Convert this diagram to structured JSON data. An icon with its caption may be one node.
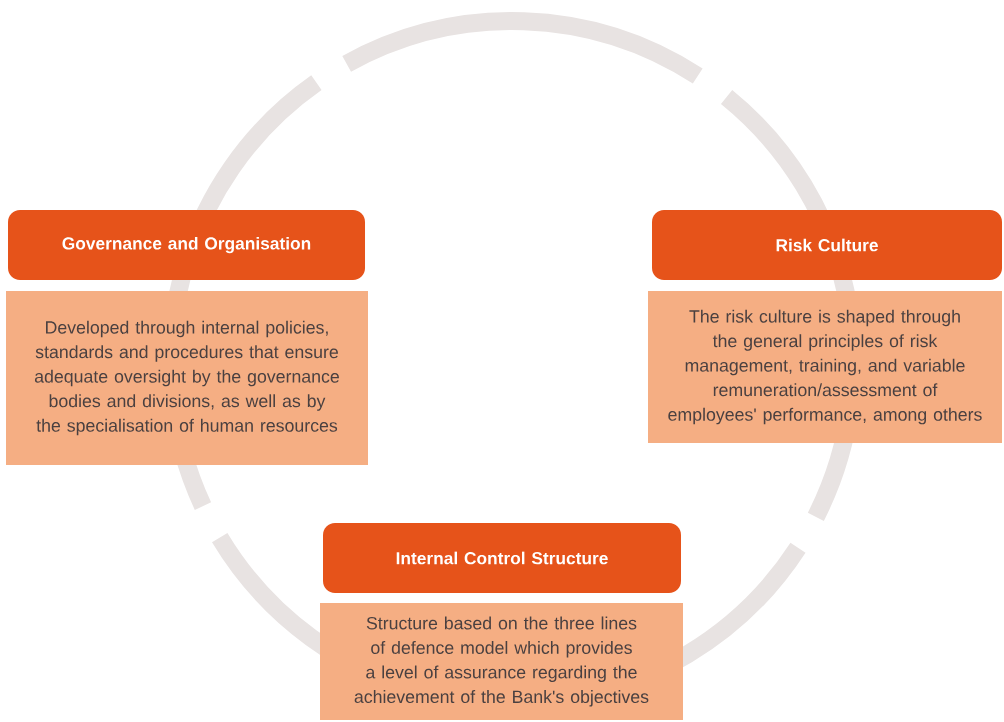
{
  "diagram": {
    "nodes": [
      {
        "text": [
          "Governance and Organisation"
        ]
      },
      {
        "text": [
          "Developed through internal policies, standards and procedures that ensure adequate oversight by the governance bodies and divisions, as well as by the specialisation of human resources"
        ]
      },
      {
        "text": [
          "Risk Culture"
        ]
      },
      {
        "text": [
          "The risk culture is shaped through the general principles of risk management, training, and variable remuneration/assessment of employees' performance, among others"
        ]
      },
      {
        "text": [
          "Internal Control Structure"
        ]
      },
      {
        "text": [
          "Structure based on the three lines of defence model which provides a level of assurance regarding the achievement of the Bank's objectives"
        ]
      }
    ]
  }
}
